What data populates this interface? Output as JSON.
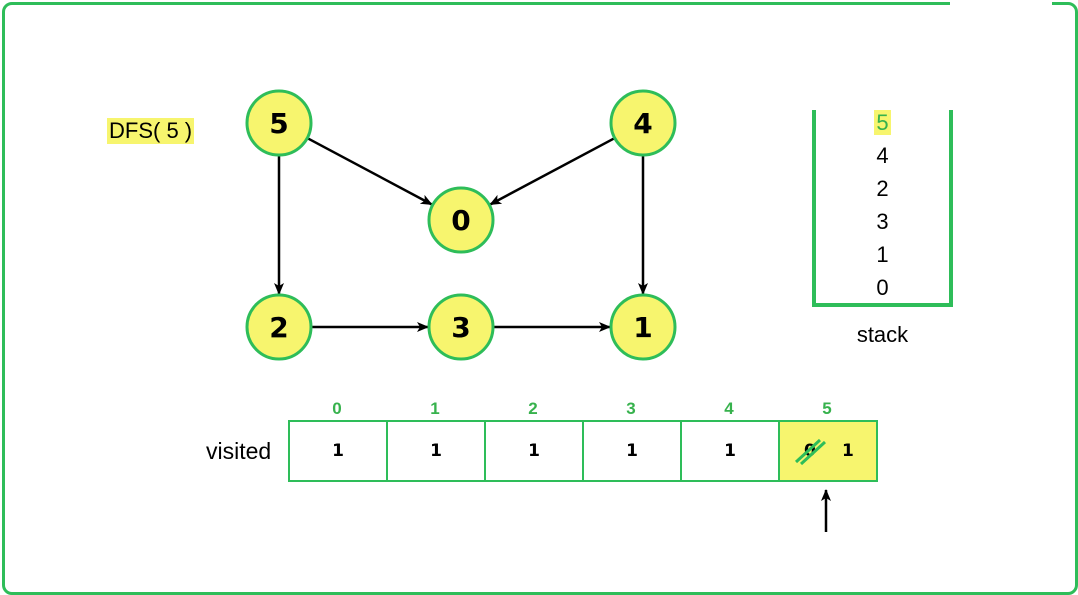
{
  "title": "DFS( 5 )",
  "graph": {
    "nodes": [
      {
        "id": "5",
        "label": "5"
      },
      {
        "id": "4",
        "label": "4"
      },
      {
        "id": "0",
        "label": "0"
      },
      {
        "id": "2",
        "label": "2"
      },
      {
        "id": "3",
        "label": "3"
      },
      {
        "id": "1",
        "label": "1"
      }
    ],
    "edges": [
      {
        "from": "5",
        "to": "0"
      },
      {
        "from": "4",
        "to": "0"
      },
      {
        "from": "5",
        "to": "2"
      },
      {
        "from": "4",
        "to": "1"
      },
      {
        "from": "2",
        "to": "3"
      },
      {
        "from": "3",
        "to": "1"
      }
    ]
  },
  "stack": {
    "items": [
      "5",
      "4",
      "2",
      "3",
      "1",
      "0"
    ],
    "top_highlighted": "5",
    "caption": "stack"
  },
  "visited": {
    "label": "visited",
    "indices": [
      "0",
      "1",
      "2",
      "3",
      "4",
      "5"
    ],
    "values": [
      "1",
      "1",
      "1",
      "1",
      "1",
      "1"
    ],
    "last_old_value": "0",
    "last_new_value": "1"
  },
  "colors": {
    "accent_green": "#2ebd59",
    "node_fill": "#f7f56e",
    "highlight": "#f7f56e"
  }
}
